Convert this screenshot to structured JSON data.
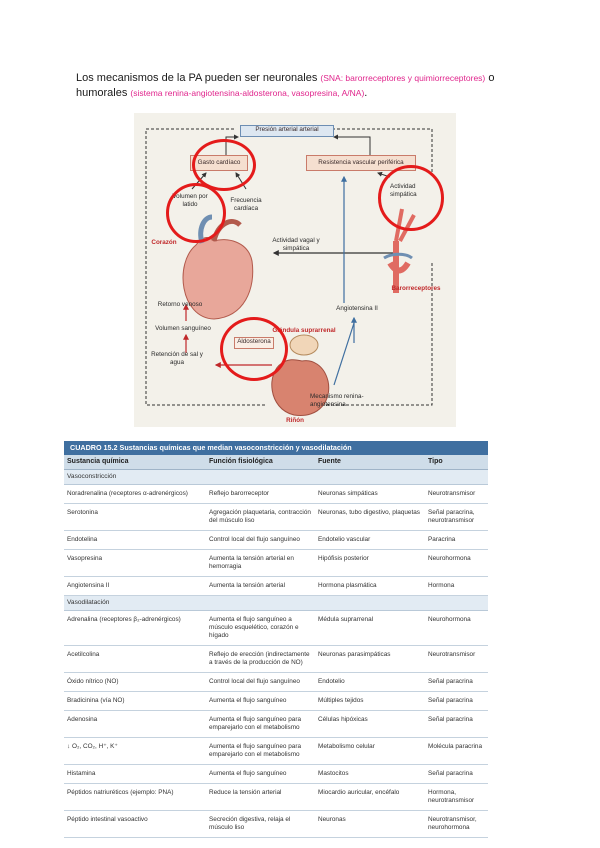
{
  "intro": {
    "line1_text": "Los mecanismos de la PA pueden ser neuronales ",
    "line1_pink": "(SNA: barorreceptores y quimiorreceptores)",
    "line1_end": " o",
    "line2_text": "humorales ",
    "line2_pink": "(sistema renina-angiotensina-aldosterona, vasopresina, A/NA)",
    "line2_end": "."
  },
  "figure": {
    "presion": "Presión arterial arterial",
    "gasto": "Gasto cardíaco",
    "resistencia": "Resistencia vascular periférica",
    "volumen_latido": "Volumen por latido",
    "frecuencia": "Frecuencia cardíaca",
    "actividad_simpatica": "Actividad simpática",
    "corazon": "Corazón",
    "actividad_vagal": "Actividad vagal y simpática",
    "barorreceptores": "Barorreceptores",
    "retorno": "Retorno venoso",
    "volumen_sanguineo": "Volumen sanguíneo",
    "retencion": "Retención de sal y agua",
    "glandula": "Glándula suprarrenal",
    "aldosterona": "Aldosterona",
    "angiotensina": "Angiotensina II",
    "mecanismo": "Mecanismo renina-angiotensina",
    "rinon": "Riñón"
  },
  "table": {
    "title": "CUADRO 15.2 Sustancias químicas que median vasoconstricción y vasodilatación",
    "headers": [
      "Sustancia química",
      "Función fisiológica",
      "Fuente",
      "Tipo"
    ],
    "section_vasoconstriccion": "Vasoconstricción",
    "vasoconstriccion": [
      [
        "Noradrenalina (receptores α-adrenérgicos)",
        "Reflejo barorreceptor",
        "Neuronas simpáticas",
        "Neurotransmisor"
      ],
      [
        "Serotonina",
        "Agregación plaquetaria, contracción del músculo liso",
        "Neuronas, tubo digestivo, plaquetas",
        "Señal paracrina, neurotransmisor"
      ],
      [
        "Endotelina",
        "Control local del flujo sanguíneo",
        "Endotelio vascular",
        "Paracrina"
      ],
      [
        "Vasopresina",
        "Aumenta la tensión arterial en hemorragia",
        "Hipófisis posterior",
        "Neurohormona"
      ],
      [
        "Angiotensina II",
        "Aumenta la tensión arterial",
        "Hormona plasmática",
        "Hormona"
      ]
    ],
    "section_vasodilatacion": "Vasodilatación",
    "vasodilatacion": [
      [
        "Adrenalina (receptores β₂-adrenérgicos)",
        "Aumenta el flujo sanguíneo a músculo esquelético, corazón e hígado",
        "Médula suprarrenal",
        "Neurohormona"
      ],
      [
        "Acetilcolina",
        "Reflejo de erección (indirectamente a través de la producción de NO)",
        "Neuronas parasimpáticas",
        "Neurotransmisor"
      ],
      [
        "Óxido nítrico (NO)",
        "Control local del flujo sanguíneo",
        "Endotelio",
        "Señal paracrina"
      ],
      [
        "Bradicinina (vía NO)",
        "Aumenta el flujo sanguíneo",
        "Múltiples tejidos",
        "Señal paracrina"
      ],
      [
        "Adenosina",
        "Aumenta el flujo sanguíneo para emparejarlo con el metabolismo",
        "Células hipóxicas",
        "Señal paracrina"
      ],
      [
        "↓ O₂, CO₂, H⁺, K⁺",
        "Aumenta el flujo sanguíneo para emparejarlo con el metabolismo",
        "Metabolismo celular",
        "Molécula paracrina"
      ],
      [
        "Histamina",
        "Aumenta el flujo sanguíneo",
        "Mastocitos",
        "Señal paracrina"
      ],
      [
        "Péptidos natriuréticos (ejemplo: PNA)",
        "Reduce la tensión arterial",
        "Miocardio auricular, encéfalo",
        "Hormona, neurotransmisor"
      ],
      [
        "Péptido intestinal vasoactivo",
        "Secreción digestiva, relaja el músculo liso",
        "Neuronas",
        "Neurotransmisor, neurohormona"
      ]
    ]
  },
  "colors": {
    "pink": "#e0258c",
    "circle_red": "#e41b1b",
    "table_header": "#3f6fa0"
  }
}
